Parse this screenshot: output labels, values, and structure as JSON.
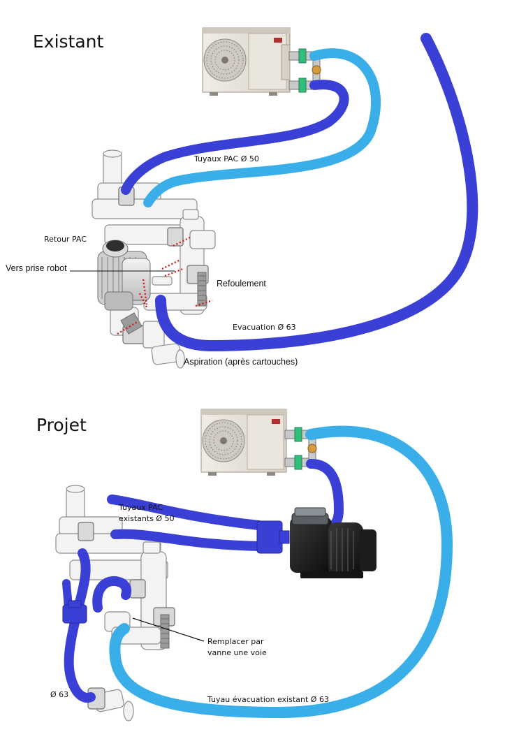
{
  "sections": {
    "existing": {
      "title": "Existant",
      "labels": {
        "heat_pump_pipes": "Tuyaux PAC Ø 50",
        "return_heat_pump": "Retour PAC",
        "to_robot_intake": "Vers prise robot",
        "discharge": "Refoulement",
        "evacuation": "Evacuation Ø 63",
        "suction": "Aspiration (après cartouches)"
      }
    },
    "project": {
      "title": "Projet",
      "labels": {
        "existing_pipes_line1": "Tuyaux PAC",
        "existing_pipes_line2": "existants Ø 50",
        "replace_line1": "Remplacer par",
        "replace_line2": "vanne une voie",
        "diameter_63": "Ø 63",
        "existing_evac_pipe": "Tuyau évacuation existant Ø 63"
      }
    }
  },
  "colors": {
    "pipe_dark_blue": "#3a3fd6",
    "pipe_light_blue": "#39aee8",
    "cut_marks_red": "#d21a1a",
    "heat_pump_body": "#e8e3da"
  },
  "icons": [
    "heat-pump-icon",
    "pool-pump-icon",
    "multiport-valve-icon",
    "union-valve-icon",
    "tee-fitting-icon"
  ]
}
